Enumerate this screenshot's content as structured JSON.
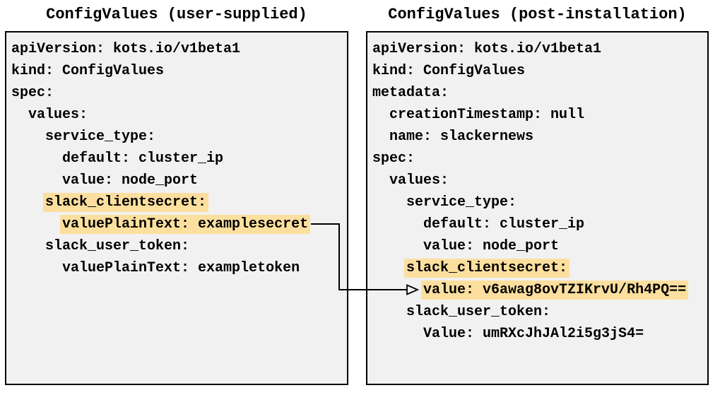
{
  "colors": {
    "panel_bg": "#f1f1f1",
    "panel_border": "#000000",
    "highlight": "#fcdf9e",
    "text": "#000000",
    "arrow": "#000000"
  },
  "panels": [
    {
      "title": "ConfigValues (user-supplied)",
      "lines": [
        {
          "indent": 0,
          "text": "apiVersion: kots.io/v1beta1",
          "highlighted": false
        },
        {
          "indent": 0,
          "text": "kind: ConfigValues",
          "highlighted": false
        },
        {
          "indent": 0,
          "text": "spec:",
          "highlighted": false
        },
        {
          "indent": 2,
          "text": "values:",
          "highlighted": false
        },
        {
          "indent": 4,
          "text": "service_type:",
          "highlighted": false
        },
        {
          "indent": 6,
          "text": "default: cluster_ip",
          "highlighted": false
        },
        {
          "indent": 6,
          "text": "value: node_port",
          "highlighted": false
        },
        {
          "indent": 4,
          "text": "slack_clientsecret:",
          "highlighted": true
        },
        {
          "indent": 6,
          "text": "valuePlainText: examplesecret",
          "highlighted": true
        },
        {
          "indent": 4,
          "text": "slack_user_token:",
          "highlighted": false
        },
        {
          "indent": 6,
          "text": "valuePlainText: exampletoken",
          "highlighted": false
        }
      ]
    },
    {
      "title": "ConfigValues (post-installation)",
      "lines": [
        {
          "indent": 0,
          "text": "apiVersion: kots.io/v1beta1",
          "highlighted": false
        },
        {
          "indent": 0,
          "text": "kind: ConfigValues",
          "highlighted": false
        },
        {
          "indent": 0,
          "text": "metadata:",
          "highlighted": false
        },
        {
          "indent": 2,
          "text": "creationTimestamp: null",
          "highlighted": false
        },
        {
          "indent": 2,
          "text": "name: slackernews",
          "highlighted": false
        },
        {
          "indent": 0,
          "text": "spec:",
          "highlighted": false
        },
        {
          "indent": 2,
          "text": "values:",
          "highlighted": false
        },
        {
          "indent": 4,
          "text": "service_type:",
          "highlighted": false
        },
        {
          "indent": 6,
          "text": "default: cluster_ip",
          "highlighted": false
        },
        {
          "indent": 6,
          "text": "value: node_port",
          "highlighted": false
        },
        {
          "indent": 4,
          "text": "slack_clientsecret:",
          "highlighted": true
        },
        {
          "indent": 6,
          "text": "value: v6awag8ovTZIKrvU/Rh4PQ==",
          "highlighted": true
        },
        {
          "indent": 4,
          "text": "slack_user_token:",
          "highlighted": false
        },
        {
          "indent": 6,
          "text": "Value: umRXcJhJAl2i5g3jS4=",
          "highlighted": false
        }
      ]
    }
  ],
  "connector": {
    "type": "arrow",
    "from_text": "valuePlainText: examplesecret",
    "to_text": "value: v6awag8ovTZIKrvU/Rh4PQ=="
  }
}
